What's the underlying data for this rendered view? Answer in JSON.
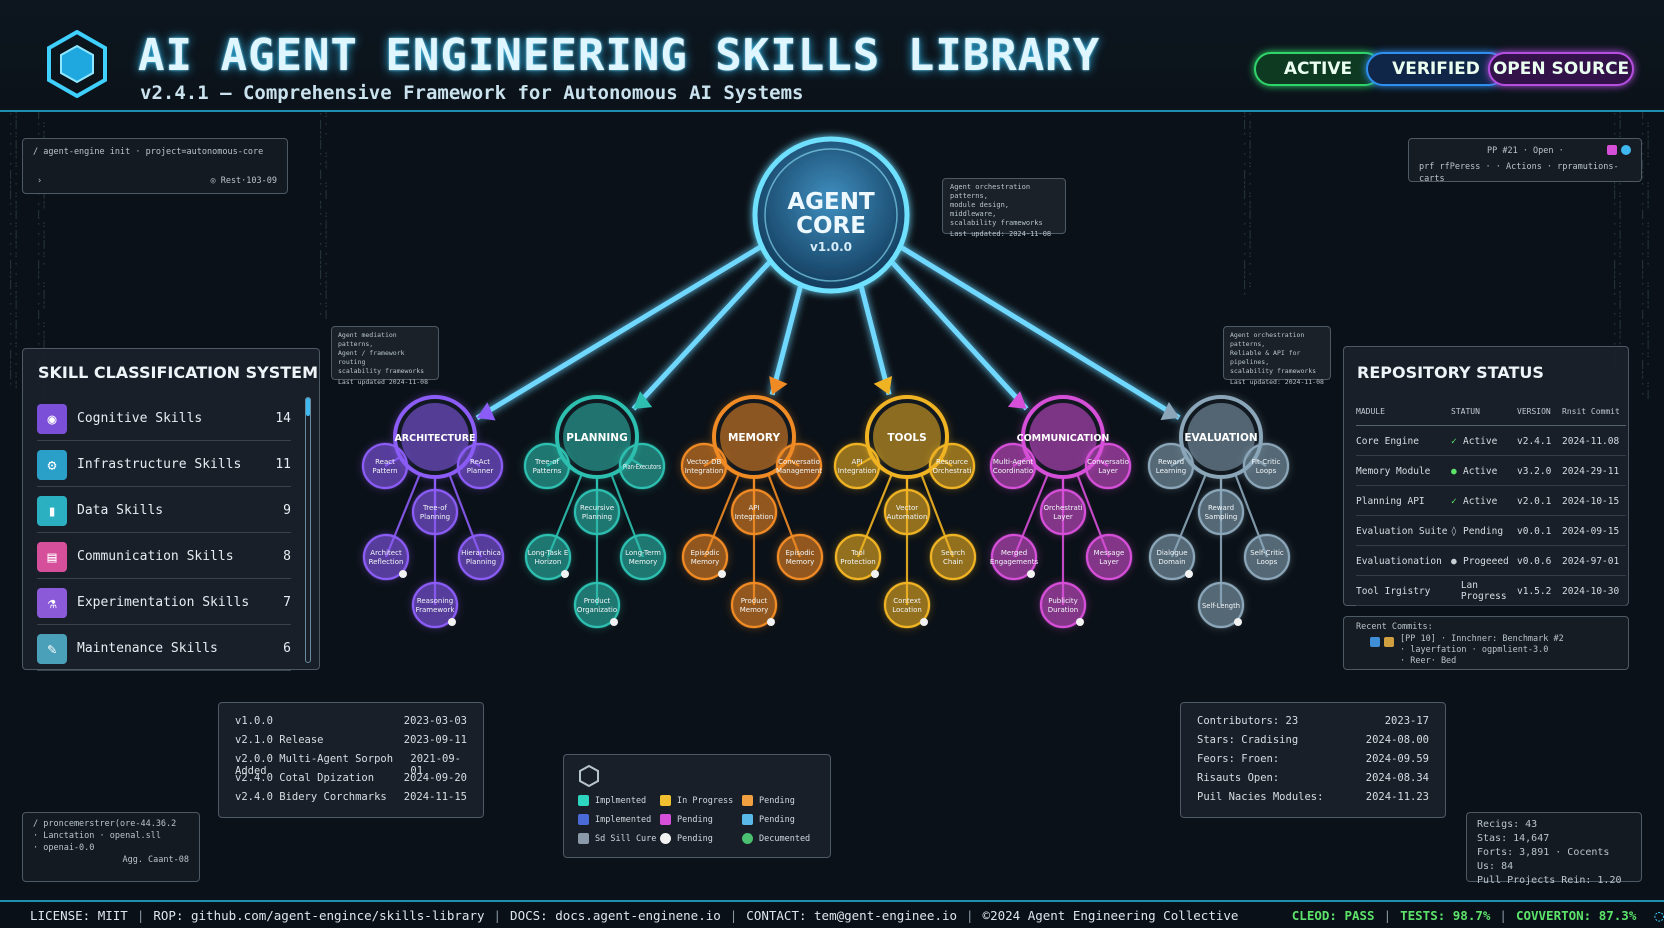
{
  "header": {
    "title": "AI AGENT ENGINEERING SKILLS LIBRARY",
    "subtitle": "v2.4.1 — Comprehensive Framework for Autonomous AI Systems",
    "badges": [
      {
        "label": "ACTIVE",
        "color": "#2fd46a"
      },
      {
        "label": "VERIFIED",
        "color": "#2f8ff0"
      },
      {
        "label": "OPEN SOURCE",
        "color": "#b44fe0"
      }
    ]
  },
  "terminal_top": {
    "command": "/ agent-engine init · project=autonomous-core",
    "prompt": "›",
    "meta": "◎ Rest·103-09"
  },
  "pr_panel": {
    "line1": "PP #21 · Open ·",
    "line2": "prf rfPeress · · Actions · rpramutions-carts"
  },
  "core": {
    "line1": "AGENT",
    "line2": "CORE",
    "version": "v1.0.0"
  },
  "tooltips": {
    "core": [
      "Agent orchestration patterns,",
      "module design, middleware,",
      "scalability frameworks",
      "Last updated: 2024-11-08"
    ],
    "left": [
      "Agent mediation patterns,",
      "Agent / framework routing",
      "scalability frameworks",
      "Last updated 2024-11-08"
    ],
    "right": [
      "Agent orchestration patterns,",
      "Reliable & API for pipelines,",
      "scalability frameworks",
      "Last updated: 2024-11-08"
    ]
  },
  "categories": [
    {
      "name": "ARCHITECTURE",
      "color": "#8b5cf6",
      "nodes": [
        "React Pattern",
        "ReAct Planner",
        "Tree-of Planning",
        "Architect Reflection",
        "Hierarchical Planning",
        "Reasoning Framework"
      ]
    },
    {
      "name": "PLANNING",
      "color": "#2dbfb0",
      "nodes": [
        "Tree-of Patterns",
        "Plan-Executors",
        "Recursive Planning",
        "Long-Task Execution Horizon",
        "Long-Term Memory",
        "Product Organization"
      ]
    },
    {
      "name": "MEMORY",
      "color": "#f08a24",
      "nodes": [
        "Vector DB Integration",
        "Conversation Management",
        "API Integrations",
        "Episodic Memory",
        "Episodic Memory",
        "Product Memory"
      ]
    },
    {
      "name": "TOOLS",
      "color": "#f0b323",
      "nodes": [
        "API Integration",
        "Resource Orchestration",
        "Vector Automation",
        "Tool Protection",
        "Search Chain",
        "Context Location"
      ]
    },
    {
      "name": "COMMUNICATION",
      "color": "#d64fd8",
      "nodes": [
        "Multi-Agent Coordination",
        "Conversation Layer",
        "Orchestration Layer",
        "Merged Engagements",
        "Message Layer",
        "Publicity Duration"
      ]
    },
    {
      "name": "EVALUATION",
      "color": "#8aa6b8",
      "nodes": [
        "Reward Learning",
        "Fit-Critic Loops",
        "Reward Sampling",
        "Dialogue Domain",
        "Self-Critic Loops",
        "Self-Length"
      ]
    }
  ],
  "skills_panel": {
    "title": "SKILL CLASSIFICATION SYSTEM",
    "items": [
      {
        "name": "Cognitive Skills",
        "count": "14",
        "icon": "brain-icon",
        "glyph": "◉",
        "color": "#7b4fd8"
      },
      {
        "name": "Infrastructure Skills",
        "count": "11",
        "icon": "gear-icon",
        "glyph": "⚙",
        "color": "#2a9fc8"
      },
      {
        "name": "Data Skills",
        "count": "9",
        "icon": "bar-chart-icon",
        "glyph": "▮",
        "color": "#2ab0c0"
      },
      {
        "name": "Communication Skills",
        "count": "8",
        "icon": "chat-icon",
        "glyph": "▤",
        "color": "#d64f9a"
      },
      {
        "name": "Experimentation Skills",
        "count": "7",
        "icon": "flask-icon",
        "glyph": "⚗",
        "color": "#8a5ad8"
      },
      {
        "name": "Maintenance Skills",
        "count": "6",
        "icon": "wrench-icon",
        "glyph": "✎",
        "color": "#4aa0b8"
      }
    ]
  },
  "repo_panel": {
    "title": "REPOSITORY STATUS",
    "headers": [
      "MADULE",
      "STATUN",
      "VERSION",
      "Rnsit Commit"
    ],
    "rows": [
      {
        "module": "Core Engine",
        "mark": "✓",
        "status": "Active",
        "version": "v2.4.1",
        "date": "2024-11.08"
      },
      {
        "module": "Memory Module",
        "mark": "●",
        "status": "Active",
        "version": "v3.2.0",
        "date": "2024-29-11"
      },
      {
        "module": "Planning API",
        "mark": "✓",
        "status": "Active",
        "version": "v2.0.1",
        "date": "2024-10-15"
      },
      {
        "module": "Evaluation Suite",
        "mark": "◊",
        "status": "Pending",
        "version": "v0.0.1",
        "date": "2024-09-15"
      },
      {
        "module": "Evaluationation",
        "mark": "●",
        "status": "Progeeed",
        "version": "v0.0.6",
        "date": "2024-97-01"
      },
      {
        "module": "Tool Irgistry",
        "mark": "",
        "status": "Lan Progress",
        "version": "v1.5.2",
        "date": "2024-10-30"
      }
    ]
  },
  "recent_commits": {
    "title": "Recent Commits:",
    "line1": "[PP 10] · Innchner: Benchmark #2",
    "line2": "· layerfation · ogpmlient-3.0",
    "line3": "· Reer· Bed"
  },
  "versions_panel": {
    "rows": [
      {
        "label": "v1.0.0",
        "date": "2023-03-03"
      },
      {
        "label": "v2.1.0 Release",
        "date": "2023-09-11"
      },
      {
        "label": "v2.0.0 Multi-Agent Sorpoh Added",
        "date": "2021-09-01"
      },
      {
        "label": "v2.4.0 Cotal Dpization",
        "date": "2024-09-20"
      },
      {
        "label": "v2.4.0 Bidery Corchmarks",
        "date": "2024-11-15"
      }
    ]
  },
  "stats_panel": {
    "rows": [
      {
        "label": "Contributors: 23",
        "value": "2023-17"
      },
      {
        "label": "Stars: Cradising",
        "value": "2024-08.00"
      },
      {
        "label": "Feors: Froen:",
        "value": "2024-09.59"
      },
      {
        "label": "Risauts Open:",
        "value": "2024-08.34"
      },
      {
        "label": "Puil Nacies Modules:",
        "value": "2024-11.23"
      }
    ]
  },
  "legend": {
    "items": [
      {
        "label": "Implmented",
        "color": "#2dd4c0"
      },
      {
        "label": "In Progress",
        "color": "#f0c030"
      },
      {
        "label": "Pending",
        "color": "#f0a040"
      },
      {
        "label": "Implemented",
        "color": "#4a6ad8"
      },
      {
        "label": "Pending",
        "color": "#d64fd8"
      },
      {
        "label": "Pending",
        "color": "#5ab8e8"
      },
      {
        "label": "Sd Sill Cure",
        "color": "#8a9aa8"
      },
      {
        "label": "Pending",
        "color": "#f2f2f2"
      },
      {
        "label": "Decumented",
        "color": "#4ac070"
      }
    ]
  },
  "terminal_bottom": {
    "line1": "/ proncemerstrer(ore-44.36.2",
    "line2": "· Lanctation · openal.sll",
    "line3": "· openai-0.0",
    "meta": "Agg. Caant-08"
  },
  "stats_bottom": {
    "line1": "Recigs: 43",
    "line2": "Stas: 14,647",
    "line3": "Forts: 3,891 · Cocents Us: 84",
    "line4": "Pull Projects Rein: 1.20"
  },
  "footer": {
    "license": "LICENSE: MIIT",
    "repo": "ROP: github.com/agent-engince/skills-library",
    "docs": "DOCS: docs.agent-enginene.io",
    "contact": "CONTACT: tem@gent-enginee.io",
    "copyright": "©2024 Agent Engineering Collective",
    "build": "CLEOD: PASS",
    "tests": "TESTS: 98.7%",
    "coverage": "COVVERTON: 87.3%"
  }
}
